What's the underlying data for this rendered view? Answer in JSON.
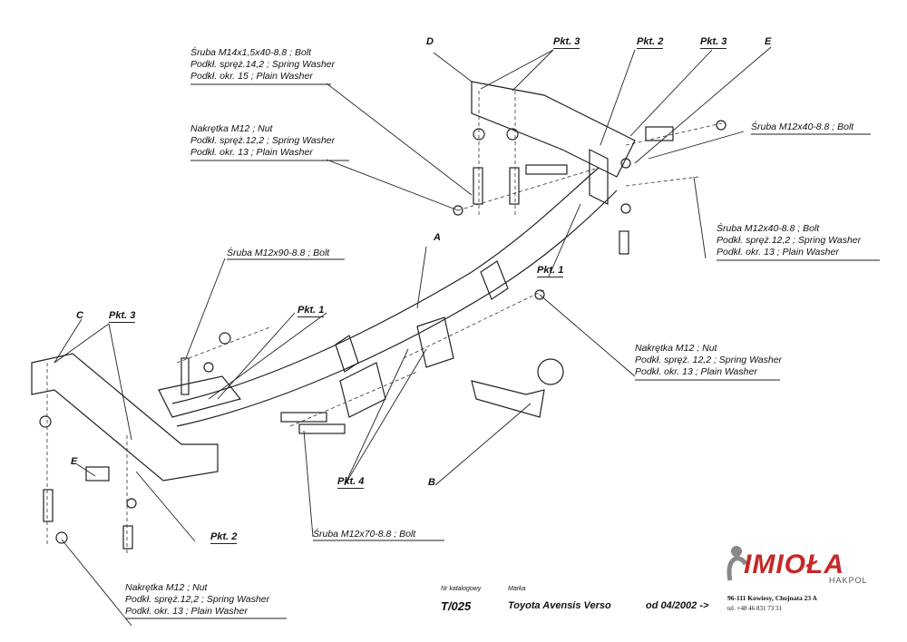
{
  "callouts": {
    "bolt_m14": [
      "Śruba M14x1,5x40-8.8 ;  Bolt",
      "Podkł. spręż.14,2 ; Spring Washer",
      "Podkł. okr. 15 ; Plain Washer"
    ],
    "nut_top": [
      "Nakrętka  M12 ; Nut",
      "Podkł. spręż.12,2 ; Spring Washer",
      "Podkł. okr. 13 ; Plain Washer"
    ],
    "bolt_m12x40_top": "Śruba M12x40-8.8 ;  Bolt",
    "bolt_m12x40_right": [
      "Śruba M12x40-8.8 ;  Bolt",
      "Podkł. spręż.12,2 ; Spring Washer",
      "Podkł. okr. 13 ; Plain Washer"
    ],
    "bolt_m12x90": "Śruba M12x90-8.8 ;  Bolt",
    "nut_mid": [
      "Nakrętka  M12 ; Nut",
      "Podkł. spręż. 12,2 ; Spring Washer",
      "Podkł. okr. 13 ; Plain Washer"
    ],
    "bolt_m12x70": "Śruba M12x70-8.8 ;  Bolt",
    "nut_bottom": [
      "Nakrętka  M12 ; Nut",
      "Podkł. spręż.12,2 ; Spring Washer",
      "Podkł. okr. 13 ; Plain Washer"
    ]
  },
  "points": {
    "pkt3_top": "Pkt. 3",
    "pkt2_top": "Pkt. 2",
    "pkt3_top_right": "Pkt. 3",
    "pkt1_right": "Pkt. 1",
    "pkt3_left": "Pkt. 3",
    "pkt1_left": "Pkt. 1",
    "pkt4": "Pkt. 4",
    "pkt2_bottom": "Pkt. 2"
  },
  "letters": {
    "a": "A",
    "b": "B",
    "c": "C",
    "d": "D",
    "e_top": "E",
    "e_bottom": "E"
  },
  "footer": {
    "catalog_caption": "Nr katalogowy",
    "catalog_no": "T/025",
    "make_caption": "Marka",
    "make": "Toyota Avensis Verso",
    "from": "od  04/2002 ->",
    "brand": "IMIOŁA",
    "brand_sub": "HAKPOL",
    "address": "96-111 Kowiesy, Chojnata 23 A",
    "phone": "tel. +48 46 831 73 31"
  },
  "colors": {
    "brand_red": "#c62828",
    "line": "#222222"
  }
}
